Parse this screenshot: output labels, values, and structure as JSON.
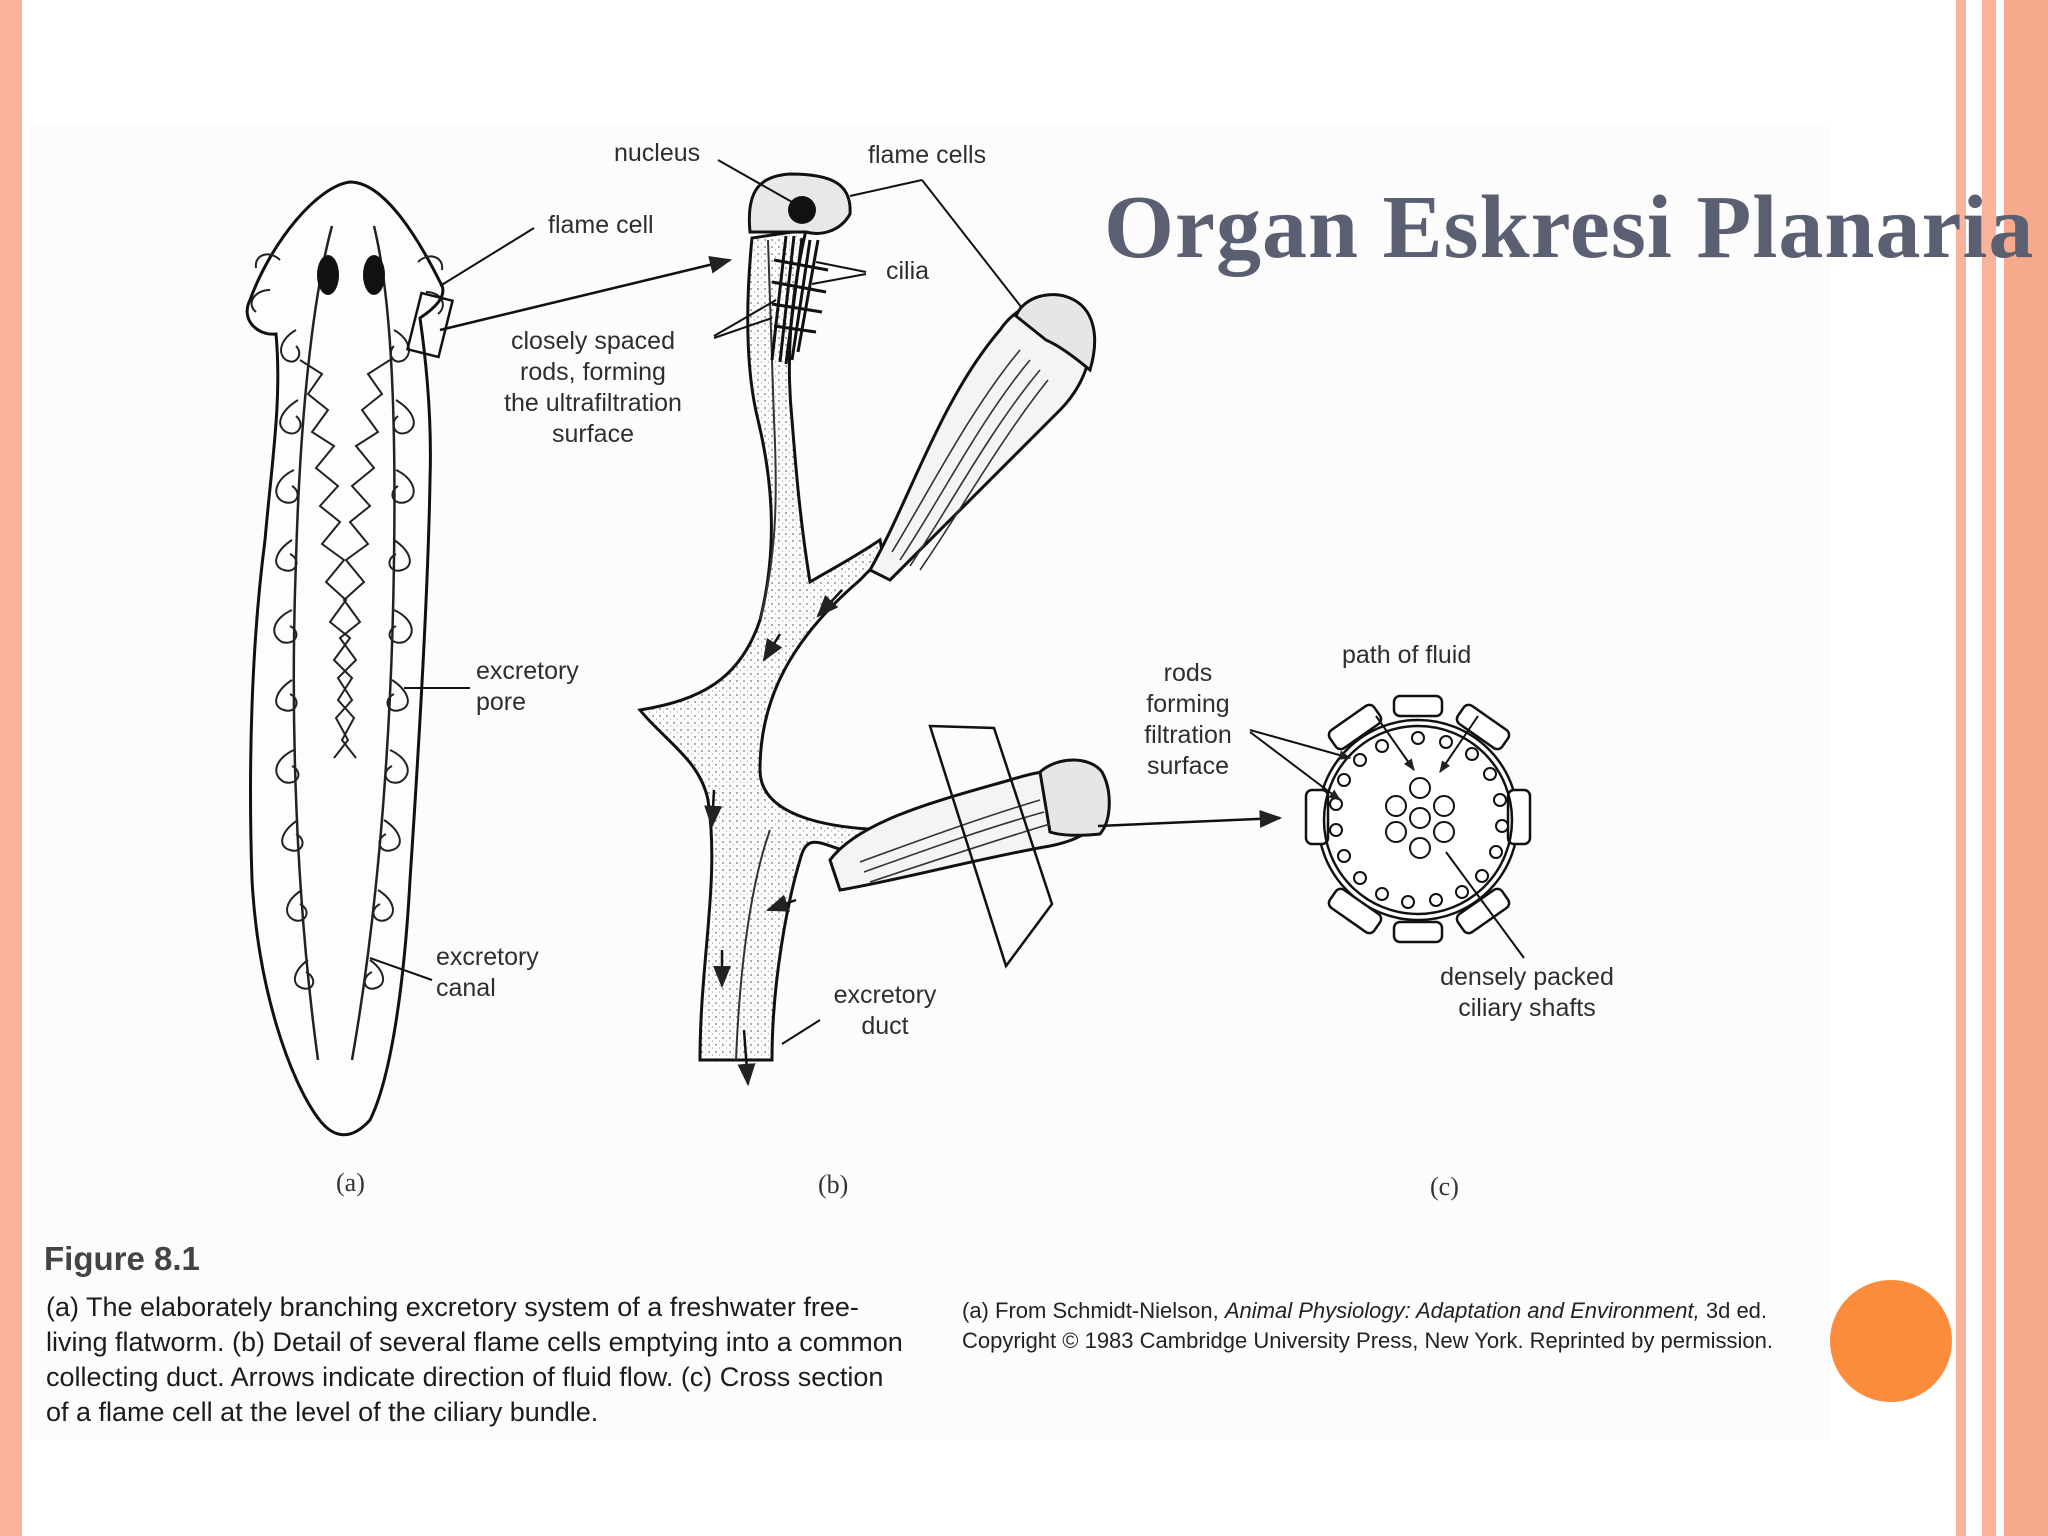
{
  "slide": {
    "title": "Organ Eskresi Planaria",
    "colors": {
      "edge": "#f9b39a",
      "accent_dot": "#fb8c3c",
      "title": "#5a6072"
    }
  },
  "figure": {
    "labels": {
      "nucleus": "nucleus",
      "flame_cells": "flame cells",
      "flame_cell": "flame cell",
      "cilia": "cilia",
      "closely_spaced_rods": [
        "closely spaced",
        "rods, forming",
        "the ultrafiltration",
        "surface"
      ],
      "excretory_pore": [
        "excretory",
        "pore"
      ],
      "excretory_canal": [
        "excretory",
        "canal"
      ],
      "excretory_duct": [
        "excretory",
        "duct"
      ],
      "rods_forming": [
        "rods",
        "forming",
        "filtration",
        "surface"
      ],
      "path_of_fluid": "path of fluid",
      "densely_packed": [
        "densely packed",
        "ciliary shafts"
      ]
    },
    "panels": {
      "a": "(a)",
      "b": "(b)",
      "c": "(c)"
    },
    "number": "Figure 8.1",
    "caption": "(a) The elaborately branching excretory system of a freshwater free-living flatworm. (b) Detail of several flame cells emptying into a common collecting duct. Arrows indicate direction of fluid flow. (c) Cross section of a flame cell at the level of the ciliary bundle.",
    "credit": {
      "prefix": "(a) From Schmidt-Nielson, ",
      "book": "Animal Physiology: Adaptation and Environment,",
      "suffix": " 3d ed. Copyright © 1983 Cambridge University Press, New York. Reprinted by permission."
    }
  }
}
